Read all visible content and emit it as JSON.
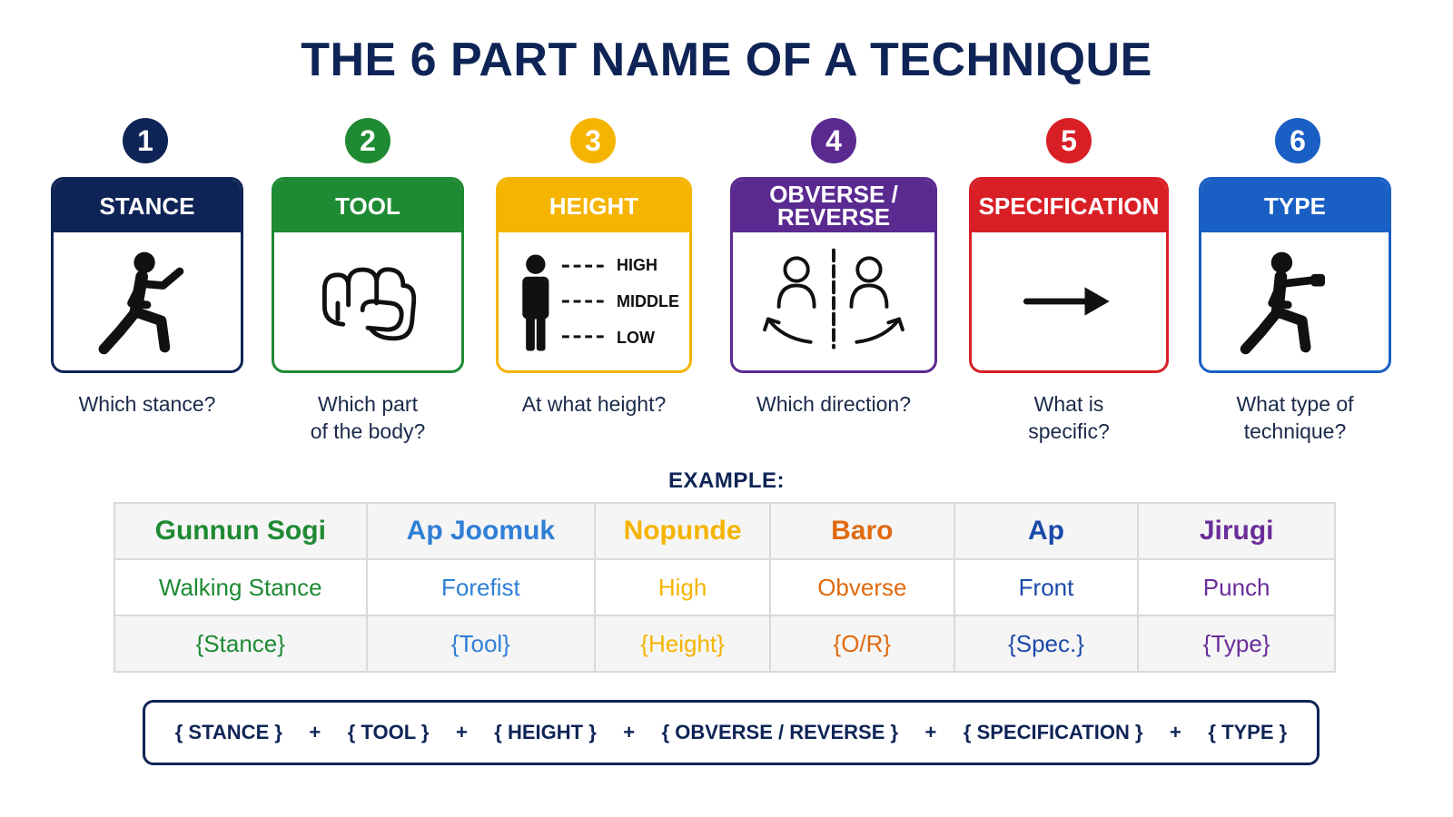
{
  "title": "THE 6 PART NAME OF A TECHNIQUE",
  "parts": [
    {
      "number": "1",
      "header": "STANCE",
      "question": [
        "Which stance?"
      ],
      "color": "#0f2456",
      "icon": "stance-figure-icon"
    },
    {
      "number": "2",
      "header": "TOOL",
      "question": [
        "Which part",
        "of the body?"
      ],
      "color": "#1e8a33",
      "icon": "fist-icon"
    },
    {
      "number": "3",
      "header": "HEIGHT",
      "question": [
        "At what height?"
      ],
      "color": "#f5b400",
      "icon": "height-levels-icon",
      "levels": [
        "HIGH",
        "MIDDLE",
        "LOW"
      ]
    },
    {
      "number": "4",
      "header": "OBVERSE /\nREVERSE",
      "header_lines": [
        "OBVERSE /",
        "REVERSE"
      ],
      "question": [
        "Which direction?"
      ],
      "color": "#5b2a91",
      "icon": "obverse-reverse-icon"
    },
    {
      "number": "5",
      "header": "SPECIFICATION",
      "question": [
        "What is",
        "specific?"
      ],
      "color": "#d91f26",
      "icon": "arrow-right-icon"
    },
    {
      "number": "6",
      "header": "TYPE",
      "question": [
        "What type of",
        "technique?"
      ],
      "color": "#1a5fc4",
      "icon": "punch-figure-icon"
    }
  ],
  "example": {
    "label": "EXAMPLE:",
    "columns": [
      {
        "name": "Gunnun Sogi",
        "meaning": "Walking Stance",
        "part": "{Stance}",
        "color": "#1e8a33"
      },
      {
        "name": "Ap Joomuk",
        "meaning": "Forefist",
        "part": "{Tool}",
        "color": "#2f7fd6"
      },
      {
        "name": "Nopunde",
        "meaning": "High",
        "part": "{Height}",
        "color": "#f5b400"
      },
      {
        "name": "Baro",
        "meaning": "Obverse",
        "part": "{O/R}",
        "color": "#e06a10"
      },
      {
        "name": "Ap",
        "meaning": "Front",
        "part": "{Spec.}",
        "color": "#1a4aa8"
      },
      {
        "name": "Jirugi",
        "meaning": "Punch",
        "part": "{Type}",
        "color": "#6a2d9a"
      }
    ]
  },
  "formula": {
    "terms": [
      "{ STANCE }",
      "{ TOOL }",
      "{ HEIGHT }",
      "{ OBVERSE / REVERSE }",
      "{ SPECIFICATION }",
      "{ TYPE }"
    ],
    "operator": "+"
  }
}
